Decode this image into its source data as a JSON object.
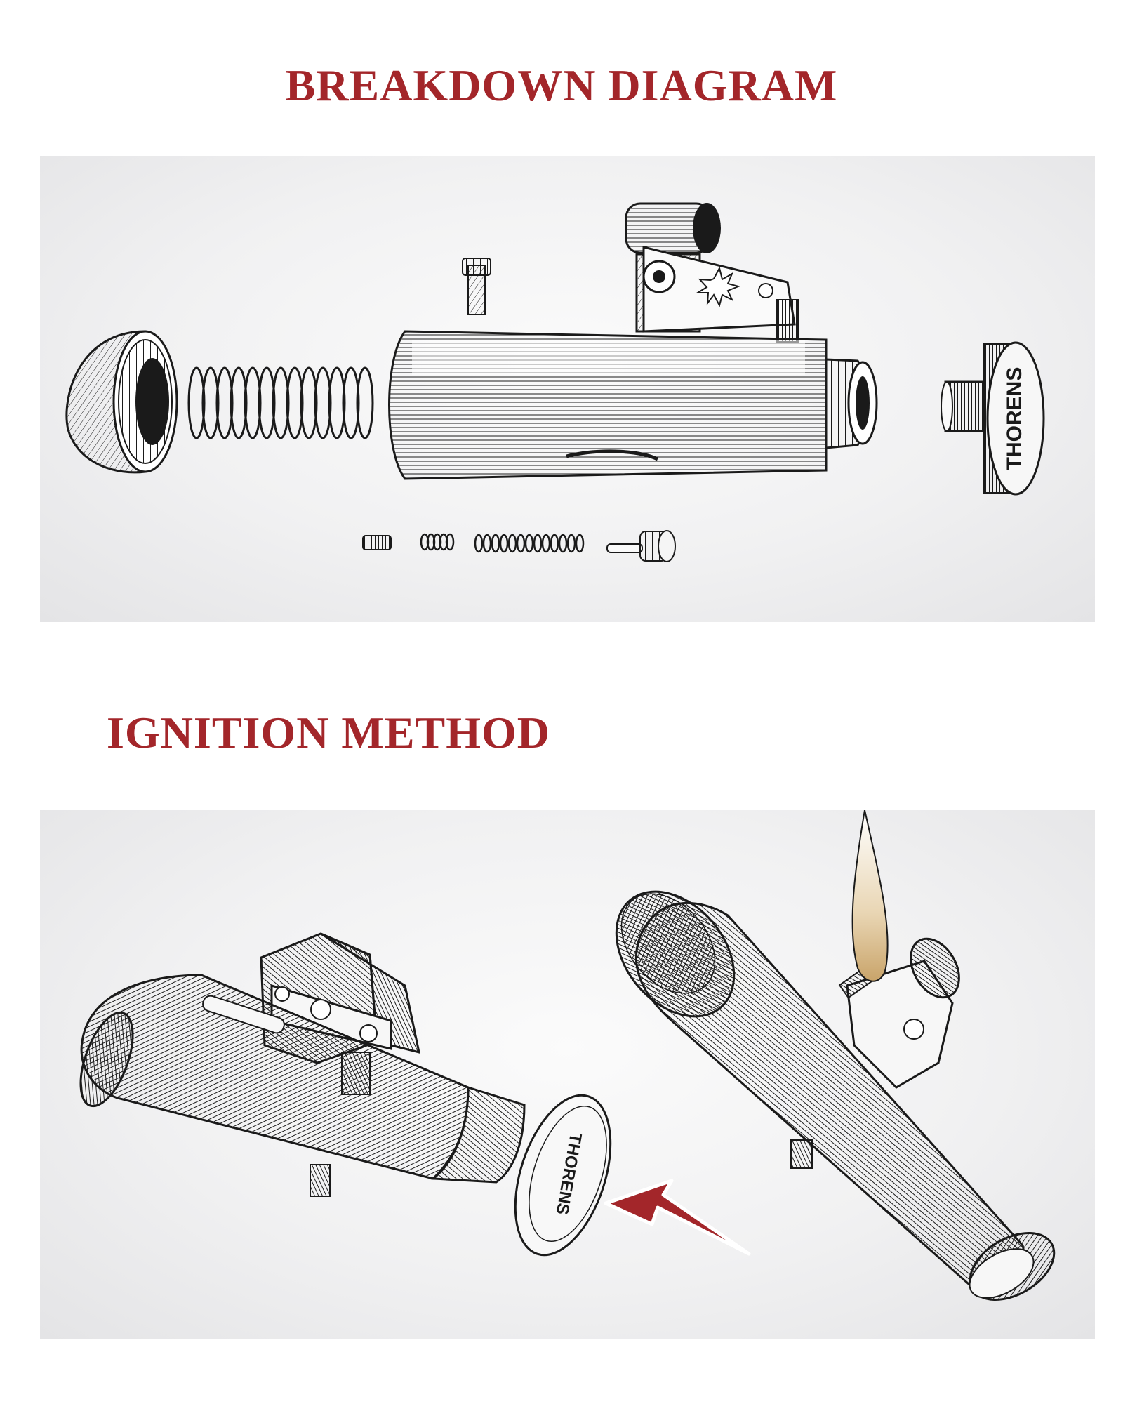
{
  "sections": {
    "breakdown": {
      "title": "BREAKDOWN DIAGRAM"
    },
    "ignition": {
      "title": "IGNITION METHOD"
    }
  },
  "brand_logo": "THORENS",
  "colors": {
    "heading": "#a3262a",
    "arrow": "#a3262a",
    "ink": "#1a1a1a",
    "panel_bg": "#efeff0"
  },
  "icons": {
    "arrow": "red-arrow-icon",
    "flame": "flame-icon"
  }
}
